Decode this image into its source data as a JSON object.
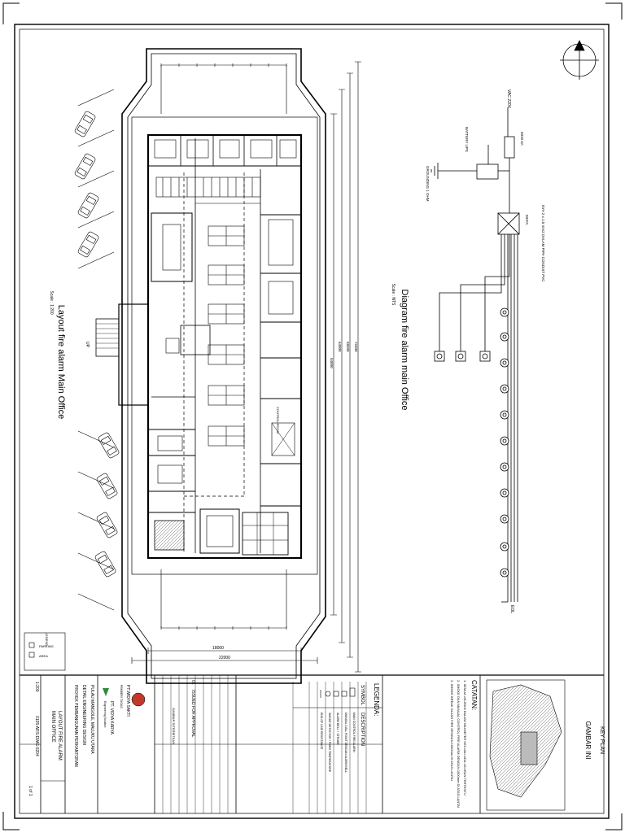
{
  "titles": {
    "layout": "Layout fire alarm Main Office",
    "layout_scale": "Scale : 1:200",
    "diagram": "Diagram fire alarm main Office",
    "diagram_scale": "Scale : NTS"
  },
  "dimensions": {
    "length_1": "72400",
    "length_2": "68400",
    "length_3": "64000",
    "length_4": "54000",
    "width_1": "18000",
    "width_2": "22000"
  },
  "room_labels": {
    "control_room": "CONTROL ROOM",
    "stair_label": "UP"
  },
  "diagram_labels": {
    "power": "VAC 220V",
    "breaker": "MCB 6A",
    "battery": "BATTERY UPS",
    "grounding": "GROUNDING 1 OHM",
    "cable": "NYA 2 x 1.5 mm2 DALAM PIPA CONDUIT PVC",
    "panel": "MCFA",
    "end_of_line": "EOL"
  },
  "key_plan": {
    "title": "KEY PLAN",
    "subtitle": "GAMBAR INI"
  },
  "catatan": {
    "title": "CATATAN:",
    "notes": [
      "1. SEMUA UKURAN DALAM MILIMETER KECUALI ADA UKURAN TERTENTU",
      "2. SMOKE DAN MANUAL CONTROL FIRE ALARM DENGAN 1500mm DI ATAS LANTAI",
      "3. SMOKE BREAK GLASS FIRE DENGAN 1500mm DI ATAS LANTAI"
    ]
  },
  "legend": {
    "title": "LEGENDA:",
    "col_symbol": "SYMBOL",
    "col_description": "DESCRIPTION",
    "rows": [
      "MAIN CONTROL FIRE ALARM",
      "MANUAL CALL POINT DENGAN ALARM BELL",
      "ALARM BELL + STROBE",
      "SMOKE DETECTOR / FIXED TEMPERATURE",
      "END OF LINE RESISTANCE"
    ]
  },
  "revision": {
    "rev_no": "01",
    "rev_text": "ISSUED FOR APPROVAL",
    "caption": "GAMBAR DITERBITKAN"
  },
  "title_block": {
    "owner": "PT.WIDYA SAKTI",
    "owner_role": "PEMBERI TUGAS",
    "consultant": "PT. VIDYA KARYA",
    "consultant_sub": "Engineering Solution",
    "project_1": "PULAU MANGOLE, MALUKU UTARA",
    "project_2": "DETAIL ENGINEERING DESIGN",
    "project_3": "PROYEK PEMBANGUNAN PERKANTORAN",
    "drawing_title_1": "LAYOUT FIRE ALARM",
    "drawing_title_2": "MAIN OFFICE",
    "scale": "1:200",
    "drawing_no": "0105-ARS-DWG-0204",
    "sheet": "1 of 1"
  },
  "parking": {
    "legend_1": "LEGEND",
    "legend_2": "PARKING",
    "legend_3": "AREA"
  }
}
